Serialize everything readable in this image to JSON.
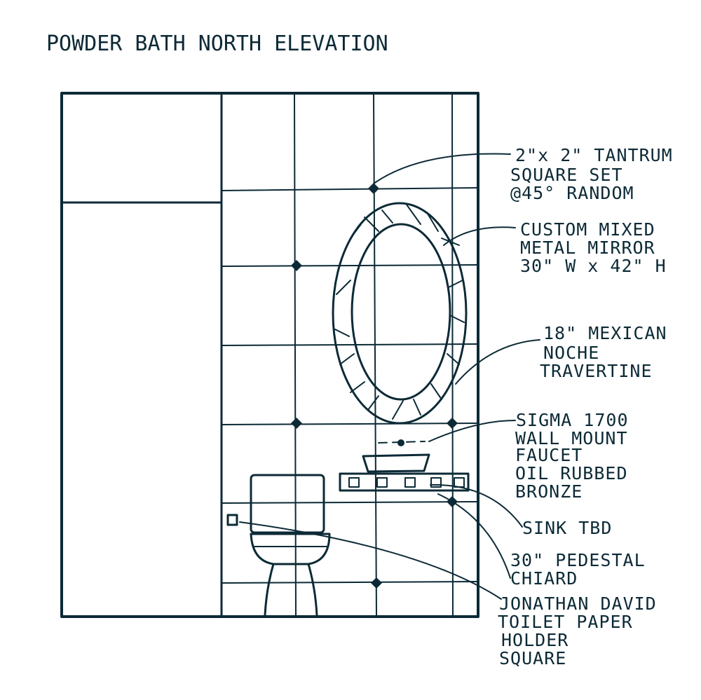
{
  "title": "POWDER BATH NORTH ELEVATION",
  "ink_color": "#0c2a36",
  "annotations": [
    {
      "lines": [
        "2\"x 2\" TANTRUM",
        "SQUARE SET",
        "@45° RANDOM"
      ]
    },
    {
      "lines": [
        "CUSTOM MIXED",
        "METAL MIRROR",
        "30\" W x 42\" H"
      ]
    },
    {
      "lines": [
        "18\" MEXICAN",
        "NOCHE",
        "TRAVERTINE"
      ]
    },
    {
      "lines": [
        "SIGMA 1700",
        "WALL MOUNT",
        "FAUCET",
        "OIL RUBBED",
        "BRONZE"
      ]
    },
    {
      "lines": [
        "SINK TBD"
      ]
    },
    {
      "lines": [
        "30\" PEDESTAL",
        "CHIARD"
      ]
    },
    {
      "lines": [
        "JONATHAN DAVID",
        "TOILET PAPER",
        "HOLDER",
        "SQUARE"
      ]
    }
  ]
}
